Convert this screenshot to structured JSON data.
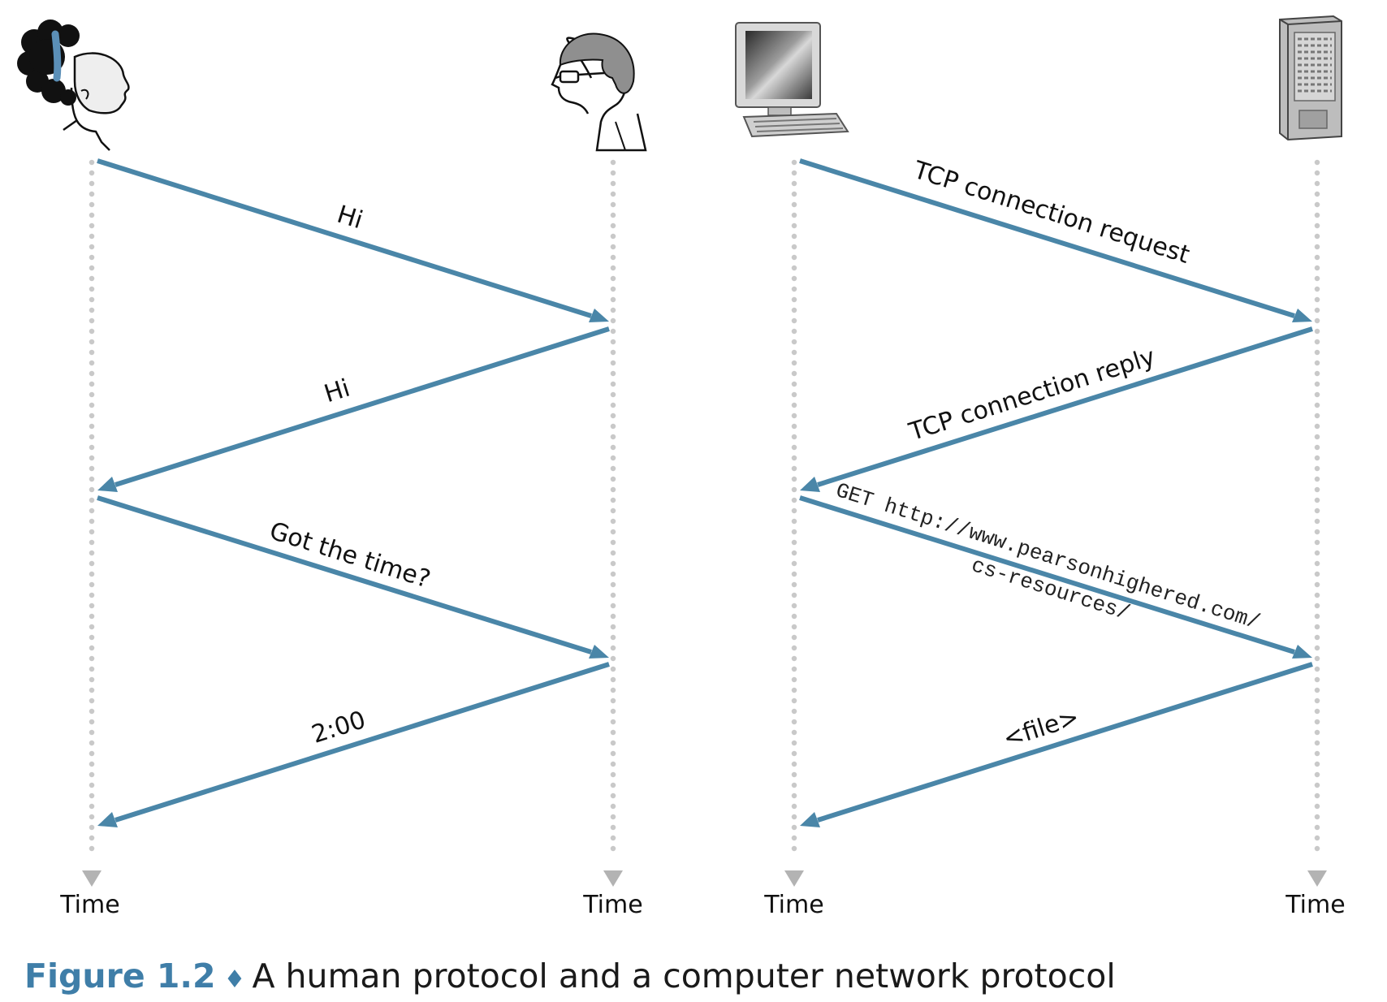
{
  "actors": [
    {
      "icon": "woman-icon"
    },
    {
      "icon": "man-with-glasses-icon"
    },
    {
      "icon": "desktop-computer-icon"
    },
    {
      "icon": "server-tower-icon"
    }
  ],
  "time_label": "Time",
  "human_protocol": {
    "messages": [
      "Hi",
      "Hi",
      "Got the time?",
      "2:00"
    ]
  },
  "network_protocol": {
    "messages": [
      "TCP connection request",
      "TCP connection reply",
      "GET http://www.pearsonhighered.com/",
      "cs-resources/",
      "<file>"
    ]
  },
  "caption": {
    "figure_number": "Figure 1.2",
    "separator": "♦",
    "text": "A human protocol and a computer network protocol"
  },
  "colors": {
    "arrow": "#4a86a8",
    "timeline": "#c9c9c9",
    "caption_accent": "#3f7ea8"
  }
}
